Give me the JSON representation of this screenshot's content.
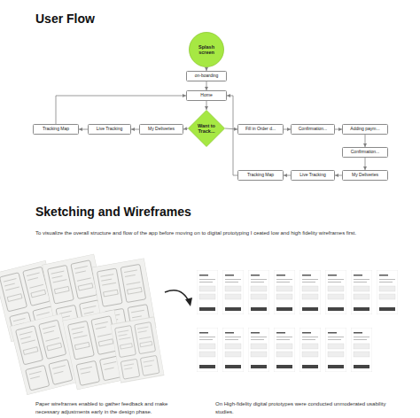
{
  "diagram": {
    "title": "User Flow",
    "nodes": [
      {
        "text": [
          "Splash screen"
        ]
      },
      {
        "text": [
          "on-boarding"
        ]
      },
      {
        "text": [
          "Home"
        ]
      },
      {
        "text": [
          "Want to Track..."
        ]
      },
      {
        "text": [
          "My Deliveries"
        ]
      },
      {
        "text": [
          "Live Tracking"
        ]
      },
      {
        "text": [
          "Tracking Map"
        ]
      },
      {
        "text": [
          "Fill in Order d..."
        ]
      },
      {
        "text": [
          "Confirmation..."
        ]
      },
      {
        "text": [
          "Adding paym..."
        ]
      },
      {
        "text": [
          "Confirmation..."
        ]
      },
      {
        "text": [
          "My Deliveries"
        ]
      },
      {
        "text": [
          "Live Tracking"
        ]
      },
      {
        "text": [
          "Tracking Map"
        ]
      }
    ],
    "edges": [
      {
        "from": 0,
        "to": 1,
        "arrow": "to"
      },
      {
        "from": 1,
        "to": 2,
        "arrow": "to"
      },
      {
        "from": 2,
        "to": 3,
        "arrow": "to"
      },
      {
        "from": 3,
        "to": 4,
        "arrow": "to"
      },
      {
        "from": 4,
        "to": 5,
        "arrow": "to"
      },
      {
        "from": 5,
        "to": 6,
        "arrow": "to"
      },
      {
        "from": 6,
        "to": 2,
        "arrow": "to"
      },
      {
        "from": 3,
        "to": 7,
        "arrow": "to"
      },
      {
        "from": 7,
        "to": 8,
        "arrow": "to"
      },
      {
        "from": 8,
        "to": 9,
        "arrow": "to"
      },
      {
        "from": 9,
        "to": 10,
        "arrow": "to"
      },
      {
        "from": 10,
        "to": 11,
        "arrow": "to"
      },
      {
        "from": 11,
        "to": 12,
        "arrow": "to"
      },
      {
        "from": 12,
        "to": 13,
        "arrow": "to"
      },
      {
        "from": 13,
        "to": 2,
        "arrow": "to"
      }
    ],
    "labels": [
      "Sketching and Wireframes",
      "To visualize the overall structure and flow of the app before moving on to digital prototyping I ceated low and high fidelity wireframes first.",
      "Paper wireframes enabled to gather feedback and make necessary adjustments early in the design phase.",
      "On High-fidelity digital prototypes were conducted unmoderated usability studies."
    ]
  }
}
